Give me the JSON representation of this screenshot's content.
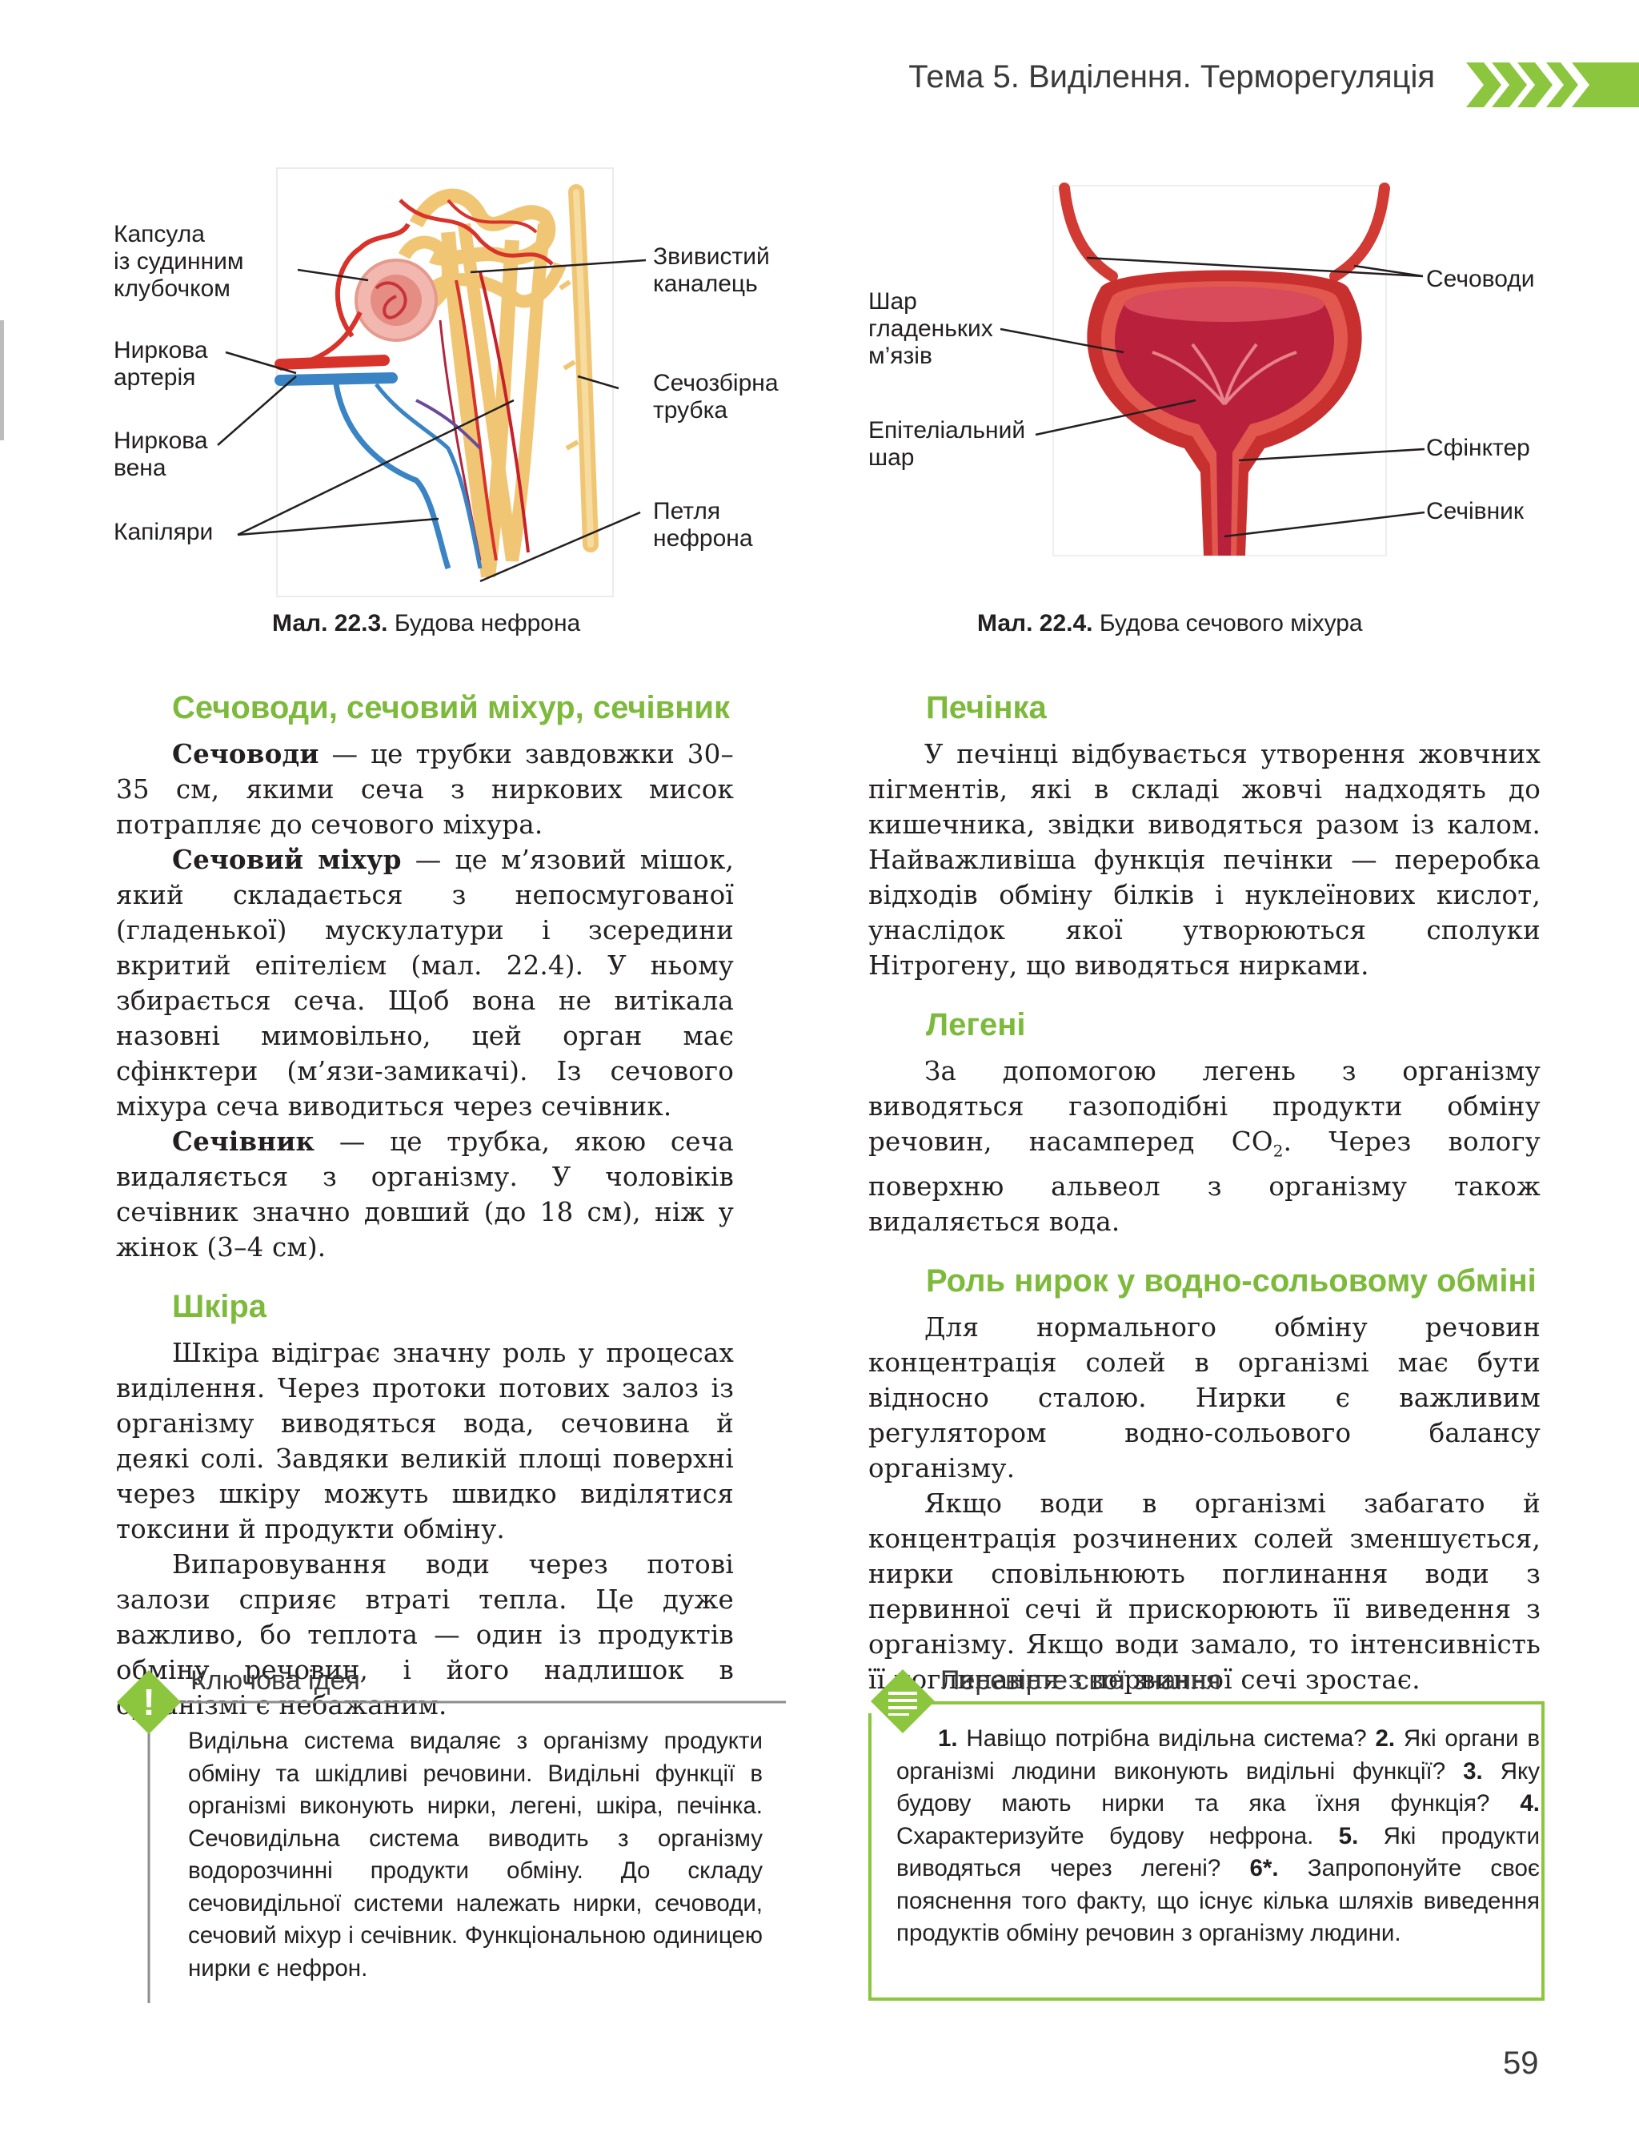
{
  "header": {
    "title": "Тема 5. Виділення. Терморегуляція",
    "accent_color": "#8cc63f"
  },
  "figure_nephron": {
    "labels": {
      "capsule": [
        "Капсула",
        "із судинним",
        "клубочком"
      ],
      "artery": [
        "Ниркова",
        "артерія"
      ],
      "vein": [
        "Ниркова",
        "вена"
      ],
      "capillaries": [
        "Капіляри"
      ],
      "convoluted": [
        "Звивистий",
        "каналець"
      ],
      "collecting": [
        "Сечозбірна",
        "трубка"
      ],
      "loop": [
        "Петля",
        "нефрона"
      ]
    },
    "caption_bold": "Мал. 22.3.",
    "caption_text": "Будова нефрона"
  },
  "figure_bladder": {
    "labels": {
      "ureters": [
        "Сечоводи"
      ],
      "muscle": [
        "Шар",
        "гладеньких",
        "м’язів"
      ],
      "epithelium": [
        "Епітеліальний",
        "шар"
      ],
      "sphincter": [
        "Сфінктер"
      ],
      "urethra": [
        "Сечівник"
      ]
    },
    "caption_bold": "Мал. 22.4.",
    "caption_text": "Будова сечового міхура"
  },
  "left_column": {
    "heading1": "Сечоводи, сечовий міхур, сечівник",
    "p1_bold": "Сечоводи",
    "p1_text": " — це трубки завдовжки 30–35 см, якими сеча з ниркових мисок потрапляє до сечового міхура.",
    "p2_bold": "Сечовий міхур",
    "p2_text": " — це м’язовий мішок, який складається з непосмугованої (гладенької) мускулатури і зсередини вкритий епітелієм (мал. 22.4). У ньому збирається сеча. Щоб вона не витікала назовні мимовільно, цей орган має сфінктери (м’язи-замикачі). Із сечового міхура сеча виводиться через сечівник.",
    "p3_bold": "Сечівник",
    "p3_text": " — це трубка, якою сеча видаляється з організму. У чоловіків сечівник значно довший (до 18 см), ніж у жінок (3–4 см).",
    "heading2": "Шкіра",
    "p4": "Шкіра відіграє значну роль у процесах виділення. Через протоки потових залоз із організму виводяться вода, сечовина й деякі солі. Завдяки великій площі поверхні через шкіру можуть швидко виділятися токсини й продукти обміну.",
    "p5": "Випаровування води через потові залози сприяє втраті тепла. Це дуже важливо, бо теплота — один із продуктів обміну речовин, і його надлишок в організмі є небажаним."
  },
  "right_column": {
    "heading1": "Печінка",
    "p1": "У печінці відбувається утворення жовчних пігментів, які в складі жовчі надходять до кишечника, звідки виводяться разом із калом. Найважливіша функція печінки — переробка відходів обміну білків і нуклеїнових кислот, унаслідок якої утворюються сполуки Нітрогену, що виводяться нирками.",
    "heading2": "Легені",
    "p2_a": "За допомогою легень з організму виводяться газоподібні продукти обміну речовин, насамперед CO",
    "p2_sub": "2",
    "p2_b": ". Через вологу поверхню альвеол з організму також видаляється вода.",
    "heading3": "Роль нирок у водно-сольовому обміні",
    "p3": "Для нормального обміну речовин концентрація солей в організмі має бути відносно сталою. Нирки є важливим регулятором водно-сольового балансу організму.",
    "p4": "Якщо води в організмі забагато й концентрація розчинених солей зменшується, нирки сповільнюють поглинання води з первинної сечі й прискорюють її виведення з організму. Якщо води замало, то інтенсивність її поглинання з первинної сечі зростає."
  },
  "key_idea": {
    "icon_symbol": "!",
    "title": "Ключова ідея",
    "text": "Видільна система видаляє з організму продукти обміну та шкідливі речовини. Видільні функції в організмі виконують нирки, легені, шкіра, печінка. Сечовидільна система виводить з організму водорозчинні продукти обміну. До складу сечовидільної системи належать нирки, сечоводи, сечовий міхур і сечівник. Функціональною одиницею нирки є нефрон."
  },
  "check_knowledge": {
    "title": "Перевірте свої знання",
    "q1_num": "1.",
    "q1": " Навіщо потрібна видільна система? ",
    "q2_num": "2.",
    "q2": " Які органи в організмі людини виконують видільні функції? ",
    "q3_num": "3.",
    "q3": " Яку будову мають нирки та яка їхня функція? ",
    "q4_num": "4.",
    "q4": " Схарактеризуйте будову нефрона. ",
    "q5_num": "5.",
    "q5": " Які продукти виводяться через легені? ",
    "q6_num": "6*.",
    "q6": " Запропонуйте своє пояснення того факту, що існує кілька шляхів виведення продуктів обміну речовин з організму людини."
  },
  "page_number": "59"
}
